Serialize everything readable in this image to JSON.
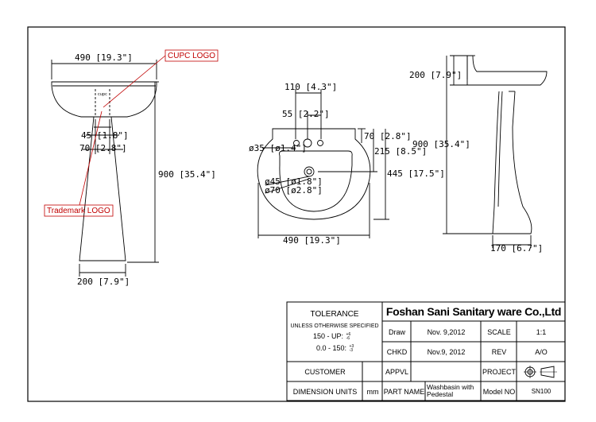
{
  "annotations": {
    "cupc_logo": "CUPC LOGO",
    "trademark_logo": "Trademark LOGO"
  },
  "front_view": {
    "width_top": "490 [19.3\"]",
    "dim_45": "45 [1.8\"]",
    "dim_70": "70 [2.8\"]",
    "height": "900 [35.4\"]",
    "width_base": "200 [7.9\"]",
    "logo_mark": "cupc"
  },
  "top_view": {
    "dim_110": "110 [4.3\"]",
    "dim_55": "55 [2.2\"]",
    "dim_70": "70 [2.8\"]",
    "dim_215": "215 [8.5\"]",
    "dim_445": "445 [17.5\"]",
    "dim_35": "ø35 [ø1.4\"]",
    "dim_45": "ø45 [ø1.8\"]",
    "dim_70_dia": "ø70 [ø2.8\"]",
    "width": "490 [19.3\"]"
  },
  "side_view": {
    "depth_top": "200 [7.9\"]",
    "height": "900 [35.4\"]",
    "base": "170 [6.7\"]"
  },
  "title_block": {
    "company": "Foshan Sani Sanitary ware Co.,Ltd",
    "tolerance_title": "TOLERANCE",
    "unless_text": "UNLESS OTHERWISE SPECIFIED",
    "tol_1": "150 - UP:",
    "tol_1_plus": "+6",
    "tol_1_minus": "-6",
    "tol_2": "0.0 - 150:",
    "tol_2_plus": "+3",
    "tol_2_minus": "-3",
    "customer_label": "CUSTOMER",
    "dimension_units_label": "DIMENSION UNITS",
    "units": "mm",
    "draw_label": "Draw",
    "draw_date": "Nov. 9,2012",
    "chkd_label": "CHKD",
    "chkd_date": "Nov.9, 2012",
    "appvl_label": "APPVL",
    "appvl_value": "",
    "part_name_label": "PART NAME",
    "part_name": "Washbasin with Pedestal",
    "scale_label": "SCALE",
    "scale": "1:1",
    "rev_label": "REV",
    "rev": "A/O",
    "project_label": "PROJECT",
    "model_no_label": "Model NO",
    "model_no": "SN100"
  }
}
